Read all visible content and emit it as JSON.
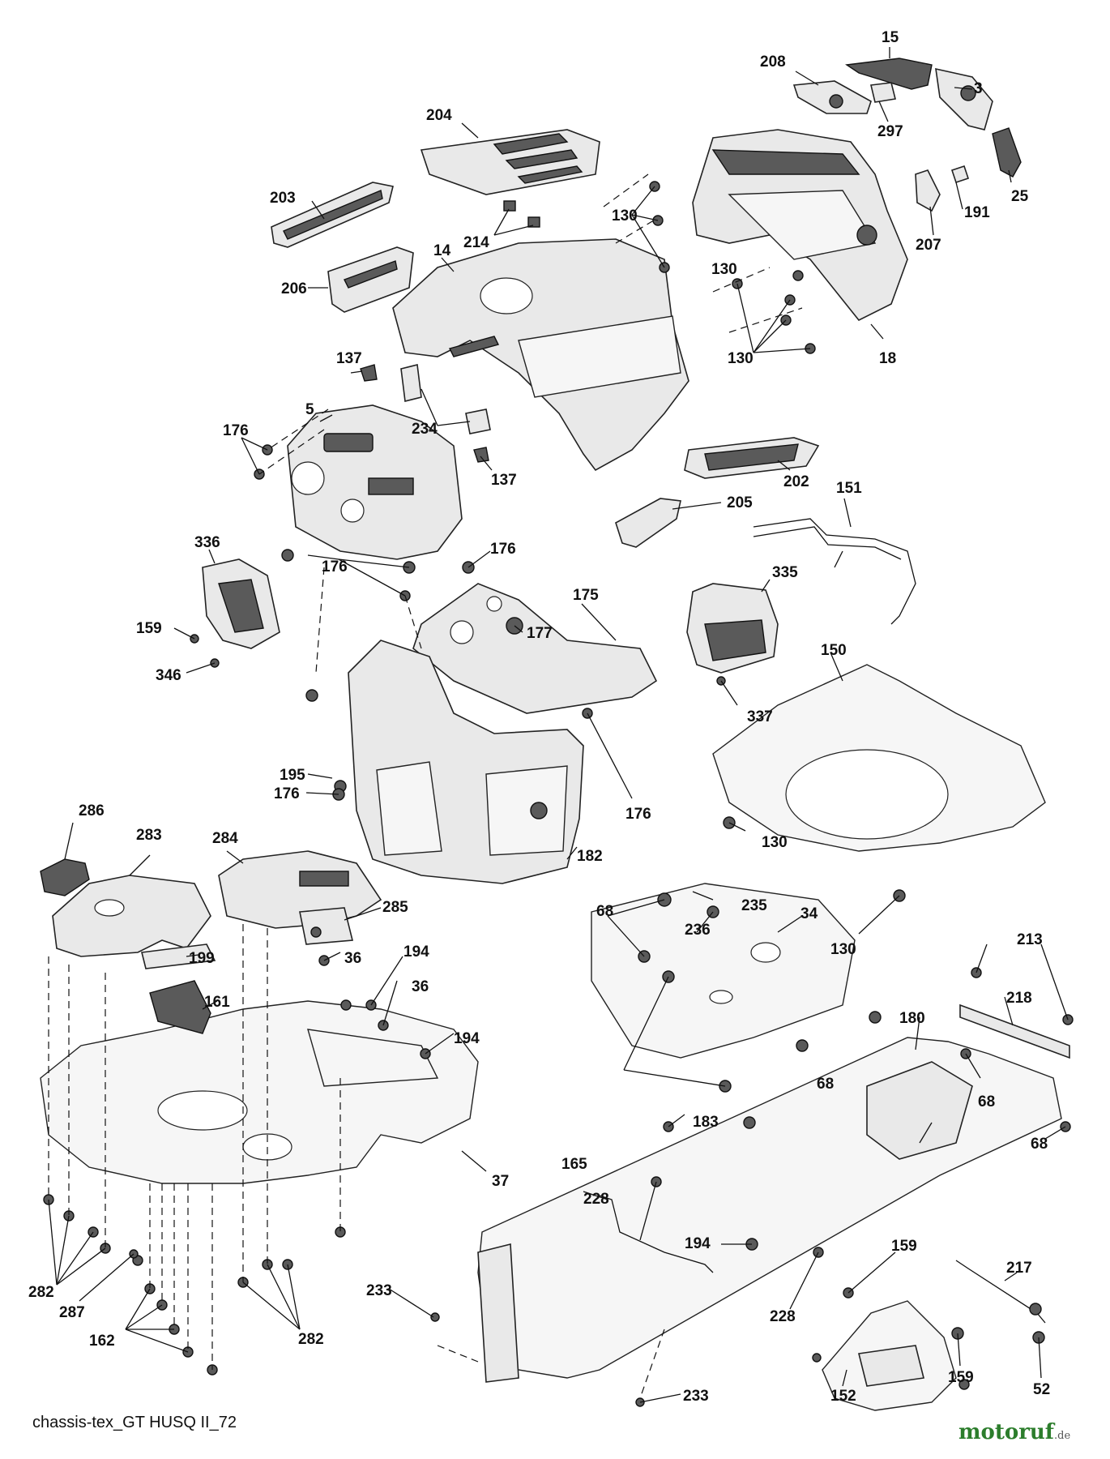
{
  "caption": "chassis-tex_GT HUSQ II_72",
  "watermark": {
    "brand": "motoruf",
    "tld": ".de",
    "colors": [
      "#2c7d2c",
      "#e07b00",
      "#1a4fa0"
    ]
  },
  "callouts": [
    {
      "id": "c15",
      "text": "15"
    },
    {
      "id": "c208",
      "text": "208"
    },
    {
      "id": "c3",
      "text": "3"
    },
    {
      "id": "c297",
      "text": "297"
    },
    {
      "id": "c204",
      "text": "204"
    },
    {
      "id": "c25",
      "text": "25"
    },
    {
      "id": "c191",
      "text": "191"
    },
    {
      "id": "c207",
      "text": "207"
    },
    {
      "id": "c203",
      "text": "203"
    },
    {
      "id": "c130a",
      "text": "130"
    },
    {
      "id": "c214",
      "text": "214"
    },
    {
      "id": "c14",
      "text": "14"
    },
    {
      "id": "c130b",
      "text": "130"
    },
    {
      "id": "c206",
      "text": "206"
    },
    {
      "id": "c130c",
      "text": "130"
    },
    {
      "id": "c18",
      "text": "18"
    },
    {
      "id": "c137a",
      "text": "137"
    },
    {
      "id": "c5",
      "text": "5"
    },
    {
      "id": "c176a",
      "text": "176"
    },
    {
      "id": "c234",
      "text": "234"
    },
    {
      "id": "c137b",
      "text": "137"
    },
    {
      "id": "c202",
      "text": "202"
    },
    {
      "id": "c151",
      "text": "151"
    },
    {
      "id": "c205",
      "text": "205"
    },
    {
      "id": "c336",
      "text": "336"
    },
    {
      "id": "c176b",
      "text": "176"
    },
    {
      "id": "c176c",
      "text": "176"
    },
    {
      "id": "c175",
      "text": "175"
    },
    {
      "id": "c335",
      "text": "335"
    },
    {
      "id": "c159a",
      "text": "159"
    },
    {
      "id": "c177",
      "text": "177"
    },
    {
      "id": "c346",
      "text": "346"
    },
    {
      "id": "c150",
      "text": "150"
    },
    {
      "id": "c337",
      "text": "337"
    },
    {
      "id": "c195",
      "text": "195"
    },
    {
      "id": "c176d",
      "text": "176"
    },
    {
      "id": "c176e",
      "text": "176"
    },
    {
      "id": "c130d",
      "text": "130"
    },
    {
      "id": "c182",
      "text": "182"
    },
    {
      "id": "c286",
      "text": "286"
    },
    {
      "id": "c283",
      "text": "283"
    },
    {
      "id": "c284",
      "text": "284"
    },
    {
      "id": "c130e",
      "text": "130"
    },
    {
      "id": "c68a",
      "text": "68"
    },
    {
      "id": "c235",
      "text": "235"
    },
    {
      "id": "c34",
      "text": "34"
    },
    {
      "id": "c236",
      "text": "236"
    },
    {
      "id": "c285",
      "text": "285"
    },
    {
      "id": "c36a",
      "text": "36"
    },
    {
      "id": "c194a",
      "text": "194"
    },
    {
      "id": "c213",
      "text": "213"
    },
    {
      "id": "c199",
      "text": "199"
    },
    {
      "id": "c36b",
      "text": "36"
    },
    {
      "id": "c161",
      "text": "161"
    },
    {
      "id": "c218",
      "text": "218"
    },
    {
      "id": "c180",
      "text": "180"
    },
    {
      "id": "c194b",
      "text": "194"
    },
    {
      "id": "c68b",
      "text": "68"
    },
    {
      "id": "c68c",
      "text": "68"
    },
    {
      "id": "c183",
      "text": "183"
    },
    {
      "id": "c68d",
      "text": "68"
    },
    {
      "id": "c37",
      "text": "37"
    },
    {
      "id": "c165",
      "text": "165"
    },
    {
      "id": "c228a",
      "text": "228"
    },
    {
      "id": "c217",
      "text": "217"
    },
    {
      "id": "c194c",
      "text": "194"
    },
    {
      "id": "c159b",
      "text": "159"
    },
    {
      "id": "c282a",
      "text": "282"
    },
    {
      "id": "c287",
      "text": "287"
    },
    {
      "id": "c233a",
      "text": "233"
    },
    {
      "id": "c228b",
      "text": "228"
    },
    {
      "id": "c282b",
      "text": "282"
    },
    {
      "id": "c162",
      "text": "162"
    },
    {
      "id": "c159c",
      "text": "159"
    },
    {
      "id": "c52",
      "text": "52"
    },
    {
      "id": "c152",
      "text": "152"
    },
    {
      "id": "c233b",
      "text": "233"
    }
  ]
}
